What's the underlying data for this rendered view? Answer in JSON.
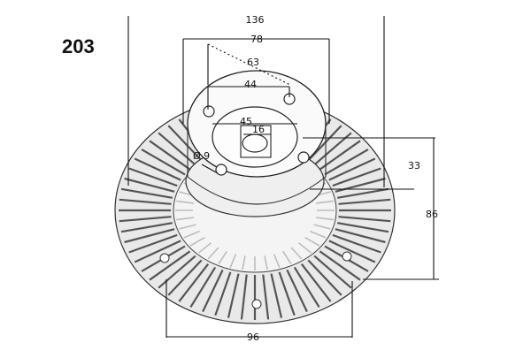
{
  "part_number": "203",
  "dimensions": {
    "overall_width": "136",
    "bolt_span": "78",
    "diagonal": "63",
    "bolt_pitch": "44",
    "boss_outer": "45",
    "boss_inner": "16",
    "hole_dia": "Ø 9",
    "hub_depth": "33",
    "total_depth": "86",
    "base_width": "96"
  },
  "colors": {
    "line": "#111111",
    "fin": "#555555",
    "shade": "#bdbdbd",
    "background": "#ffffff"
  }
}
